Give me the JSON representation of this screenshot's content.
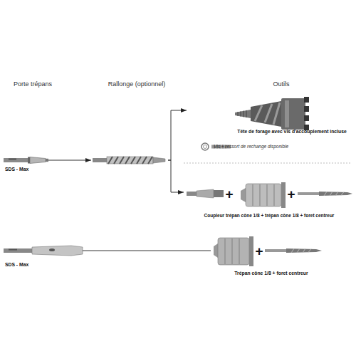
{
  "diagram": {
    "nodes": [
      {
        "text": [
          "SDS - Max"
        ]
      },
      {
        "text": [
          "Rallonge (optionnel)"
        ]
      },
      {
        "text": [
          "Tête de forage avec vis d'accouplement incluse",
          "Vis + ressort de rechange disponible"
        ]
      },
      {
        "text": [
          "Coupleur trépan cône 1/8 + trépan cône 1/8 + foret centreur"
        ]
      },
      {
        "text": [
          "SDS - Max"
        ]
      },
      {
        "text": [
          "Trépan cône 1/8 + foret centreur"
        ]
      }
    ],
    "edges": [
      {
        "from": 0,
        "to": 1,
        "arrow": "to"
      },
      {
        "from": 1,
        "to": 2,
        "arrow": "to"
      },
      {
        "from": 1,
        "to": 3,
        "arrow": "to"
      },
      {
        "from": 4,
        "to": 5,
        "arrow": "none"
      }
    ],
    "labels": [
      "Porte trépans",
      "Outils",
      "+",
      "+",
      "+"
    ]
  }
}
